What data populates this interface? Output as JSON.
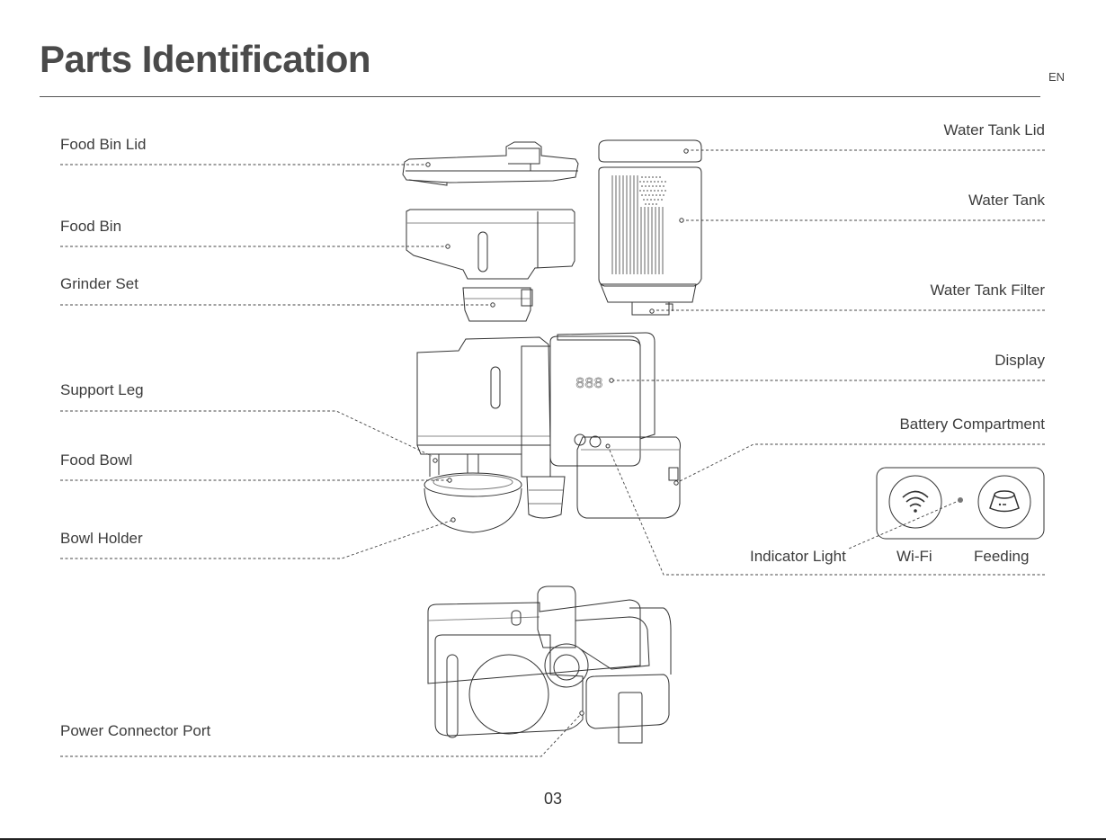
{
  "page": {
    "title": "Parts Identification",
    "language": "EN",
    "page_number": "03"
  },
  "labels_left": {
    "food_bin_lid": "Food Bin Lid",
    "food_bin": "Food Bin",
    "grinder_set": "Grinder Set",
    "support_leg": "Support Leg",
    "food_bowl": "Food Bowl",
    "bowl_holder": "Bowl Holder",
    "power_connector_port": "Power Connector Port"
  },
  "labels_right": {
    "water_tank_lid": "Water Tank Lid",
    "water_tank": "Water Tank",
    "water_tank_filter": "Water Tank Filter",
    "display": "Display",
    "battery_compartment": "Battery Compartment"
  },
  "indicator": {
    "indicator_light": "Indicator Light",
    "wifi": "Wi-Fi",
    "feeding": "Feeding",
    "display_digits": "888"
  }
}
